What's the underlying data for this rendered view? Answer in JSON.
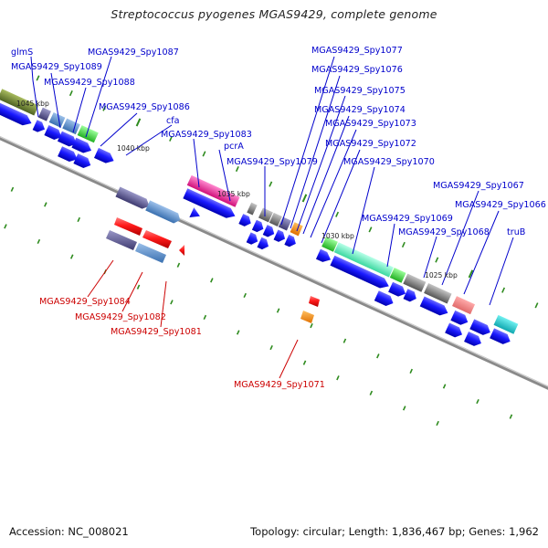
{
  "title": "Streptococcus pyogenes MGAS9429, complete genome",
  "footer": {
    "accession": "Accession: NC_008021",
    "topology": "Topology: circular; Length: 1,836,467 bp; Genes: 1,962"
  },
  "colors": {
    "forward_label": "#0000cc",
    "reverse_label": "#cc0000",
    "backbone": "#888888",
    "tick": "#2e8b1e"
  },
  "ticks": {
    "t1045": "1045 kbp",
    "t1040": "1040 kbp",
    "t1035": "1035 kbp",
    "t1030": "1030 kbp",
    "t1025": "1025 kbp"
  },
  "labels": {
    "glmS": "glmS",
    "spy1089": "MGAS9429_Spy1089",
    "spy1088": "MGAS9429_Spy1088",
    "spy1087": "MGAS9429_Spy1087",
    "spy1086": "MGAS9429_Spy1086",
    "cfa": "cfa",
    "spy1083": "MGAS9429_Spy1083",
    "pcrA": "pcrA",
    "spy1079": "MGAS9429_Spy1079",
    "spy1077": "MGAS9429_Spy1077",
    "spy1076": "MGAS9429_Spy1076",
    "spy1075": "MGAS9429_Spy1075",
    "spy1074": "MGAS9429_Spy1074",
    "spy1073": "MGAS9429_Spy1073",
    "spy1072": "MGAS9429_Spy1072",
    "spy1070": "MGAS9429_Spy1070",
    "spy1069": "MGAS9429_Spy1069",
    "spy1068": "MGAS9429_Spy1068",
    "spy1067": "MGAS9429_Spy1067",
    "spy1066": "MGAS9429_Spy1066",
    "truB": "truB",
    "spy1084": "MGAS9429_Spy1084",
    "spy1082": "MGAS9429_Spy1082",
    "spy1081": "MGAS9429_Spy1081",
    "spy1071": "MGAS9429_Spy1071"
  }
}
